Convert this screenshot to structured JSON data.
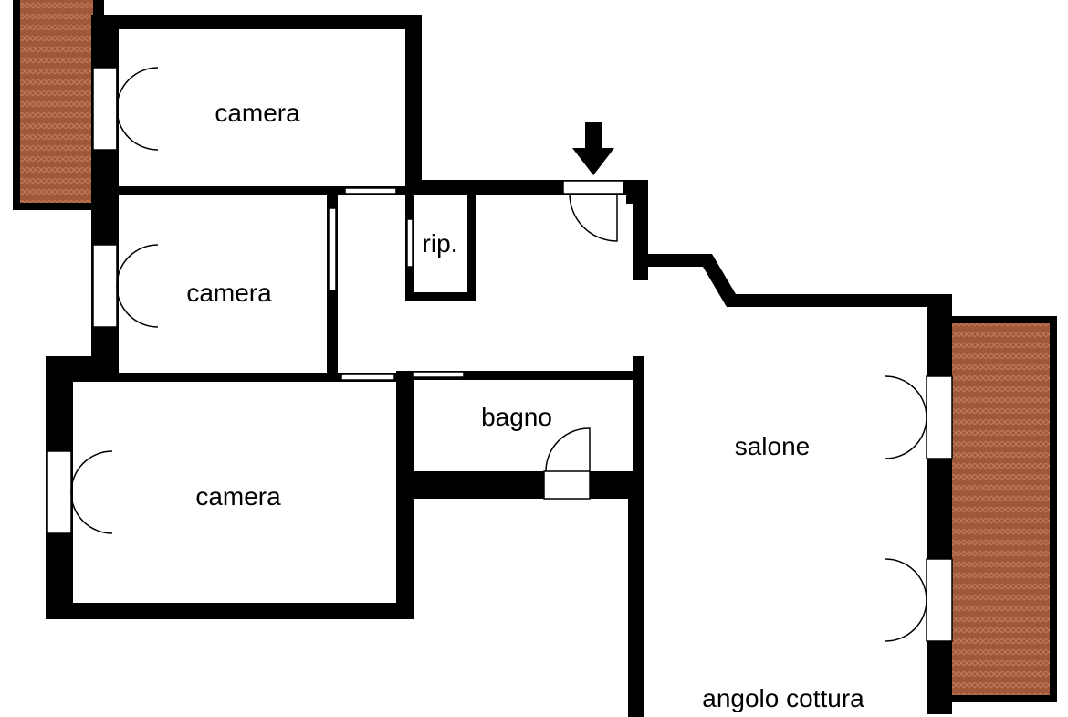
{
  "floor_plan": {
    "rooms": {
      "camera_top": "camera",
      "camera_middle": "camera",
      "camera_bottom": "camera",
      "ripostiglio": "rip.",
      "bagno": "bagno",
      "salone": "salone",
      "angolo_cottura": "angolo cottura"
    },
    "entrance_marker": "arrow-down-icon",
    "colors": {
      "wall": "#000000",
      "floor": "#ffffff",
      "balcony": "#a0583a",
      "balcony_hatch": "#c07a58"
    }
  }
}
